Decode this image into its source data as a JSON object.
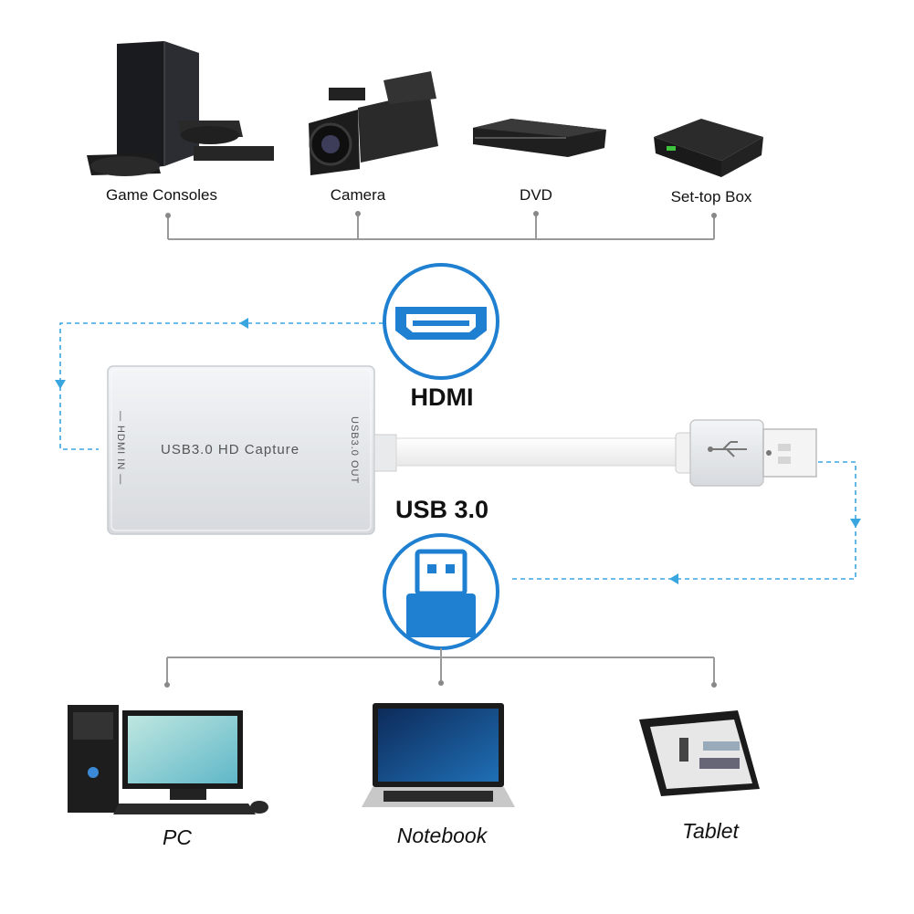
{
  "sources": {
    "game_consoles": "Game Consoles",
    "camera": "Camera",
    "dvd": "DVD",
    "set_top_box": "Set-top Box"
  },
  "device": {
    "main_label": "USB3.0  HD  Capture",
    "hdmi_port_label": "— HDMI IN —",
    "usb_port_label": "USB3.0 OUT"
  },
  "connectors": {
    "hdmi": "HDMI",
    "usb": "USB 3.0"
  },
  "outputs": {
    "pc": "PC",
    "notebook": "Notebook",
    "tablet": "Tablet"
  },
  "colors": {
    "accent_blue": "#1f7fd0",
    "dashed_line": "#3aa6e0",
    "connector_line": "#999999",
    "device_silver": "#e6e9ec"
  }
}
